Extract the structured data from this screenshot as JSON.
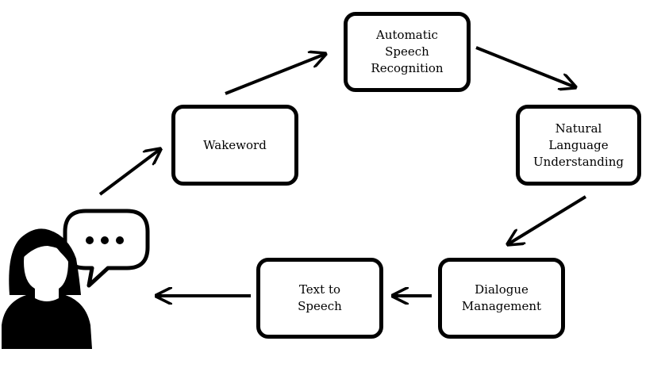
{
  "diagram": {
    "nodes": [
      {
        "id": "wakeword",
        "label": "Wakeword"
      },
      {
        "id": "asr",
        "label": "Automatic\nSpeech\nRecognition"
      },
      {
        "id": "nlu",
        "label": "Natural\nLanguage\nUnderstanding"
      },
      {
        "id": "dm",
        "label": "Dialogue\nManagement"
      },
      {
        "id": "tts",
        "label": "Text to\nSpeech"
      }
    ],
    "edges": [
      {
        "from": "user",
        "to": "wakeword"
      },
      {
        "from": "wakeword",
        "to": "asr"
      },
      {
        "from": "asr",
        "to": "nlu"
      },
      {
        "from": "nlu",
        "to": "dm"
      },
      {
        "from": "dm",
        "to": "tts"
      },
      {
        "from": "tts",
        "to": "user"
      }
    ],
    "user_icon": "person-with-speech-bubble-icon",
    "colors": {
      "stroke": "#000000",
      "background": "#ffffff"
    }
  }
}
